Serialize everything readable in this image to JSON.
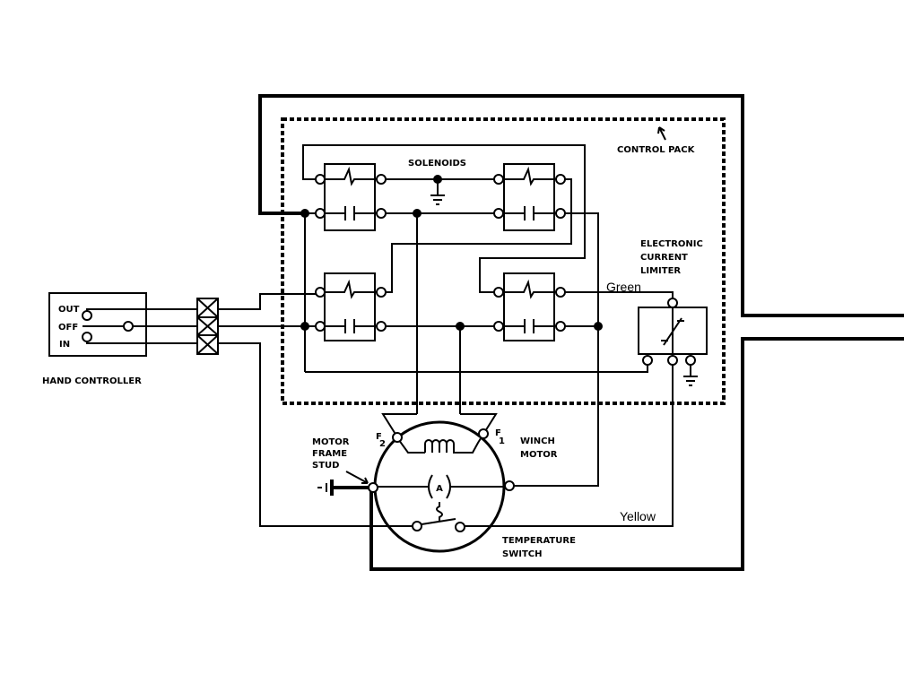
{
  "diagram": {
    "labels": {
      "solenoids": "SOLENOIDS",
      "control_pack": "CONTROL PACK",
      "limiter_1": "ELECTRONIC",
      "limiter_2": "CURRENT",
      "limiter_3": "LIMITER",
      "green": "Green",
      "yellow": "Yellow",
      "hand_controller": "HAND CONTROLLER",
      "out": "OUT",
      "off": "OFF",
      "in": "IN",
      "stud_1": "MOTOR",
      "stud_2": "FRAME",
      "stud_3": "STUD",
      "f2": "F",
      "f2_sub": "2",
      "f1": "F",
      "f1_sub": "1",
      "winch_1": "WINCH",
      "winch_2": "MOTOR",
      "ammeter": "A",
      "temp_1": "TEMPERATURE",
      "temp_2": "SWITCH"
    },
    "wire_colors": {
      "green": "Green",
      "yellow": "Yellow"
    }
  }
}
